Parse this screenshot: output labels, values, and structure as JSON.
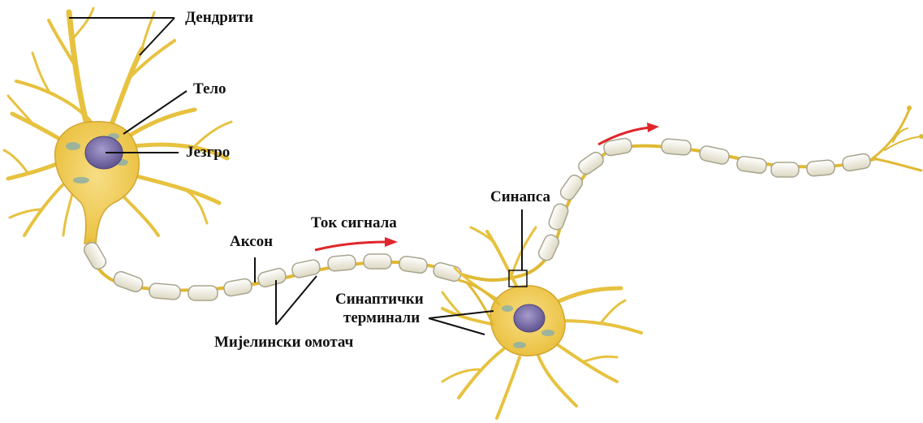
{
  "labels": {
    "dendrites": "Дендрити",
    "body": "Тело",
    "nucleus": "Језгро",
    "signal": "Ток сигнала",
    "axon": "Аксон",
    "synapse": "Синапса",
    "synaptic_line1": "Синаптички",
    "synaptic_line2": "терминали",
    "myelin": "Мијелински омотач"
  },
  "colors": {
    "neuron_fill": "#f2d25a",
    "neuron_stroke": "#c99a1e",
    "myelin_fill": "#f1eee0",
    "myelin_stroke": "#a8a58e",
    "nucleus": "#7e6fa6",
    "organelle": "#8fb0a6",
    "arrow": "#e0262a",
    "leader": "#111111"
  }
}
